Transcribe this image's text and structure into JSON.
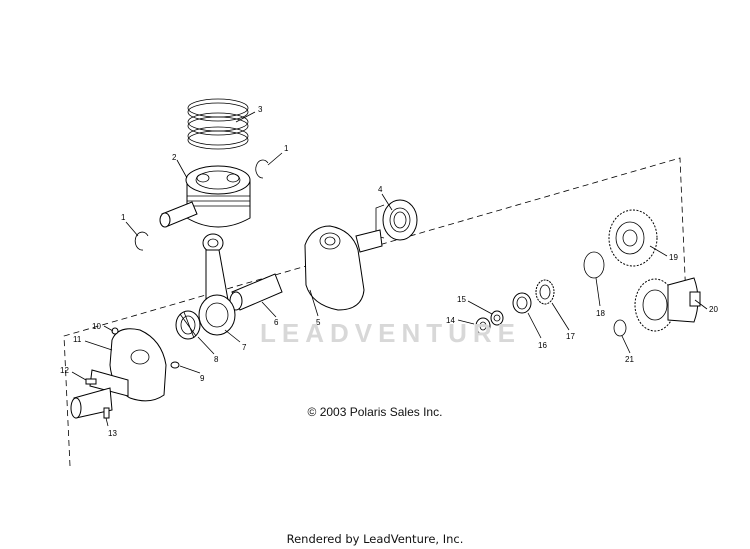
{
  "watermark": "LEADVENTURE",
  "copyright": "© 2003 Polaris Sales Inc.",
  "footer": "Rendered by LeadVenture, Inc.",
  "callouts": [
    "1",
    "1",
    "2",
    "3",
    "4",
    "5",
    "6",
    "7",
    "8",
    "9",
    "10",
    "11",
    "12",
    "13",
    "14",
    "15",
    "16",
    "17",
    "18",
    "19",
    "20",
    "21"
  ]
}
